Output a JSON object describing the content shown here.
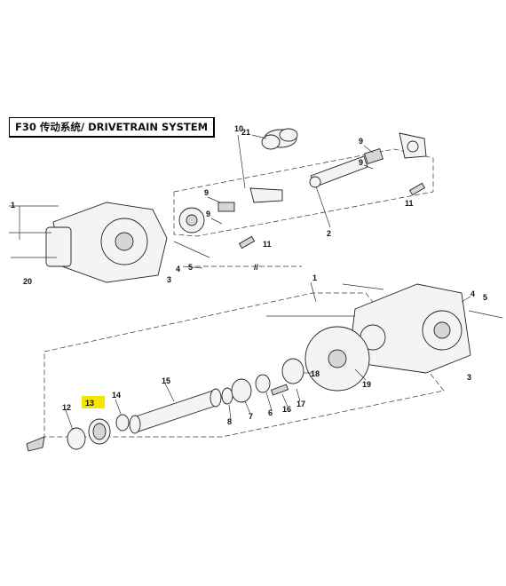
{
  "title": "F30 传动系统/ DRIVETRAIN SYSTEM",
  "highlight_color": "#f5e600",
  "callouts": [
    {
      "id": "c21",
      "label": "21"
    },
    {
      "id": "c10",
      "label": "10"
    },
    {
      "id": "c9a",
      "label": "9"
    },
    {
      "id": "c9b",
      "label": "9"
    },
    {
      "id": "c9c",
      "label": "9"
    },
    {
      "id": "c9d",
      "label": "9"
    },
    {
      "id": "c1a",
      "label": "1"
    },
    {
      "id": "c1b",
      "label": "1"
    },
    {
      "id": "c2",
      "label": "2"
    },
    {
      "id": "c11a",
      "label": "11"
    },
    {
      "id": "c11b",
      "label": "11"
    },
    {
      "id": "c4a",
      "label": "4"
    },
    {
      "id": "c5a",
      "label": "5"
    },
    {
      "id": "c3a",
      "label": "3"
    },
    {
      "id": "c20",
      "label": "20"
    },
    {
      "id": "c4b",
      "label": "4"
    },
    {
      "id": "c5b",
      "label": "5"
    },
    {
      "id": "c3b",
      "label": "3"
    },
    {
      "id": "c19",
      "label": "19"
    },
    {
      "id": "c15",
      "label": "15"
    },
    {
      "id": "c14",
      "label": "14"
    },
    {
      "id": "c13",
      "label": "13",
      "highlighted": true
    },
    {
      "id": "c12",
      "label": "12"
    },
    {
      "id": "c8",
      "label": "8"
    },
    {
      "id": "c7",
      "label": "7"
    },
    {
      "id": "c6",
      "label": "6"
    },
    {
      "id": "c16",
      "label": "16"
    },
    {
      "id": "c17",
      "label": "17"
    },
    {
      "id": "c18",
      "label": "18"
    }
  ]
}
